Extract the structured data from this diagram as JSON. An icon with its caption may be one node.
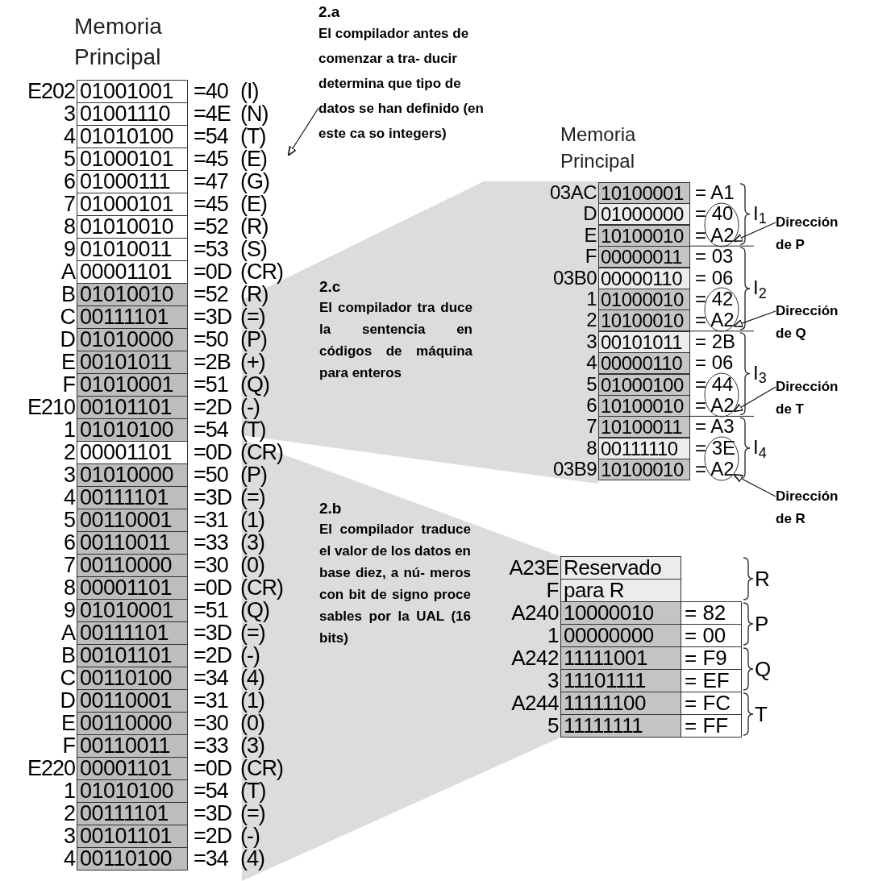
{
  "diagram": {
    "nodes": [
      {
        "text": [
          "2.a",
          "El compilador antes de comenzar a tra- ducir determina que tipo de datos se han definido (en este ca so integers)"
        ]
      },
      {
        "text": [],
        "shape": "circle"
      },
      {
        "text": [],
        "shape": "circle"
      },
      {
        "text": [],
        "shape": "circle"
      },
      {
        "text": [],
        "shape": "circle"
      },
      {
        "text": [
          "Dirección de P"
        ]
      },
      {
        "text": [
          "Dirección de Q"
        ]
      },
      {
        "text": [
          "Dirección de T"
        ]
      },
      {
        "text": [
          "Dirección de R"
        ]
      }
    ],
    "edges": [
      {
        "from": 0,
        "to": null,
        "arrow": "to"
      },
      {
        "from": 5,
        "to": 1,
        "arrow": "to"
      },
      {
        "from": 6,
        "to": 2,
        "arrow": "to"
      },
      {
        "from": 7,
        "to": 3,
        "arrow": "to"
      },
      {
        "from": 8,
        "to": 4,
        "arrow": "to"
      }
    ],
    "labels": [
      "Memoria Principal",
      "E202",
      "01001001",
      "=40",
      "(I)",
      "3",
      "01001110",
      "=4E",
      "(N)",
      "4",
      "01010100",
      "=54",
      "(T)",
      "5",
      "01000101",
      "=45",
      "(E)",
      "6",
      "01000111",
      "=47",
      "(G)",
      "7",
      "01000101",
      "=45",
      "(E)",
      "8",
      "01010010",
      "=52",
      "(R)",
      "9",
      "01010011",
      "=53",
      "(S)",
      "A",
      "00001101",
      "=0D",
      "(CR)",
      "B",
      "01010010",
      "=52",
      "(R)",
      "C",
      "00111101",
      "=3D",
      "(=)",
      "D",
      "01010000",
      "=50",
      "(P)",
      "E",
      "00101011",
      "=2B",
      "(+)",
      "F",
      "01010001",
      "=51",
      "(Q)",
      "E210",
      "00101101",
      "=2D",
      "(-)",
      "1",
      "01010100",
      "=54",
      "(T)",
      "2",
      "00001101",
      "=0D",
      "(CR)",
      "3",
      "01010000",
      "=50",
      "(P)",
      "4",
      "00111101",
      "=3D",
      "(=)",
      "5",
      "00110001",
      "=31",
      "(1)",
      "6",
      "00110011",
      "=33",
      "(3)",
      "7",
      "00110000",
      "=30",
      "(0)",
      "8",
      "00001101",
      "=0D",
      "(CR)",
      "9",
      "01010001",
      "=51",
      "(Q)",
      "A",
      "00111101",
      "=3D",
      "(=)",
      "B",
      "00101101",
      "=2D",
      "(-)",
      "C",
      "00110100",
      "=34",
      "(4)",
      "D",
      "00110001",
      "=31",
      "(1)",
      "E",
      "00110000",
      "=30",
      "(0)",
      "F",
      "00110011",
      "=33",
      "(3)",
      "E220",
      "00001101",
      "=0D",
      "(CR)",
      "1",
      "01010100",
      "=54",
      "(T)",
      "2",
      "00111101",
      "=3D",
      "(=)",
      "3",
      "00101101",
      "=2D",
      "(-)",
      "4",
      "00110100",
      "=34",
      "(4)",
      "Memoria Principal",
      "03AC",
      "10100001",
      "= A1",
      "D",
      "01000000",
      "= 40",
      "E",
      "10100010",
      "= A2",
      "F",
      "00000011",
      "= 03",
      "03B0",
      "00000110",
      "= 06",
      "1",
      "01000010",
      "= 42",
      "2",
      "10100010",
      "= A2",
      "3",
      "00101011",
      "= 2B",
      "4",
      "00000110",
      "= 06",
      "5",
      "01000100",
      "= 44",
      "6",
      "10100010",
      "= A2",
      "7",
      "10100011",
      "= A3",
      "8",
      "00111110",
      "= 3E",
      "03B9",
      "10100010",
      "= A2",
      "I$_{1}$",
      "I$_{2}$",
      "I$_{3}$",
      "I$_{4}$",
      "2.c",
      "El compilador tra duce la sentencia en códigos de máquina para enteros",
      "2.b",
      "El compilador traduce el valor de los datos en base diez, a nú- meros con bit de signo proce sables por la UAL (16 bits)",
      "A23E",
      "Reservado",
      "F",
      "para R",
      "A240",
      "10000010",
      "= 82",
      "1",
      "00000000",
      "= 00",
      "A242",
      "11111001",
      "= F9",
      "3",
      "11101111",
      "= EF",
      "A244",
      "11111100",
      "= FC",
      "5",
      "11111111",
      "= FF",
      "R",
      "P",
      "Q",
      "T"
    ]
  }
}
